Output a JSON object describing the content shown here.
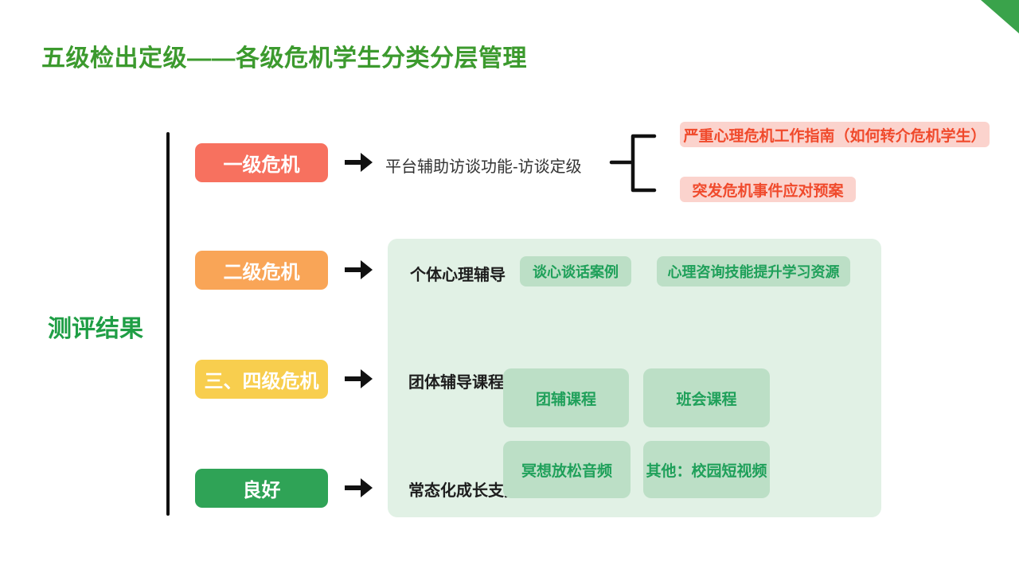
{
  "slide": {
    "title": "五级检出定级——各级危机学生分类分层管理",
    "side_label": "测评结果"
  },
  "levels": [
    {
      "label": "一级危机",
      "color": "#F7715F"
    },
    {
      "label": "二级危机",
      "color": "#F9A557"
    },
    {
      "label": "三、四级危机",
      "color": "#F8CE4E"
    },
    {
      "label": "良好",
      "color": "#2FA356"
    }
  ],
  "level1_branch": {
    "intervention": "平台辅助访谈功能-访谈定级",
    "resources": [
      "严重心理危机工作指南（如何转介危机学生）",
      "突发危机事件应对预案"
    ]
  },
  "panel": {
    "rows": [
      {
        "label": "个体心理辅导",
        "items": [
          "谈心谈话案例",
          "心理咨询技能提升学习资源"
        ]
      },
      {
        "label": "团体辅导课程",
        "items": [
          "团辅课程",
          "班会课程"
        ]
      },
      {
        "label": "常态化成长支持",
        "items": [
          "冥想放松音频",
          "其他：校园短视频"
        ]
      }
    ]
  },
  "icons": {
    "arrow": "arrow-right-icon",
    "bracket": "bracket-connector-icon",
    "corner": "corner-triangle-icon"
  },
  "colors": {
    "title_green": "#3C9A2E",
    "side_label_green": "#1F9E45",
    "level_red": "#F7715F",
    "level_orange": "#F9A557",
    "level_yellow": "#F8CE4E",
    "level_green": "#2FA356",
    "pink_bg": "#FBD3CD",
    "pink_text": "#F04A2C",
    "panel_bg": "#E1F1E5",
    "chip_bg": "#BCDFC6",
    "chip_text": "#1FA05A",
    "line_black": "#111111",
    "corner_green": "#3AA34B"
  }
}
